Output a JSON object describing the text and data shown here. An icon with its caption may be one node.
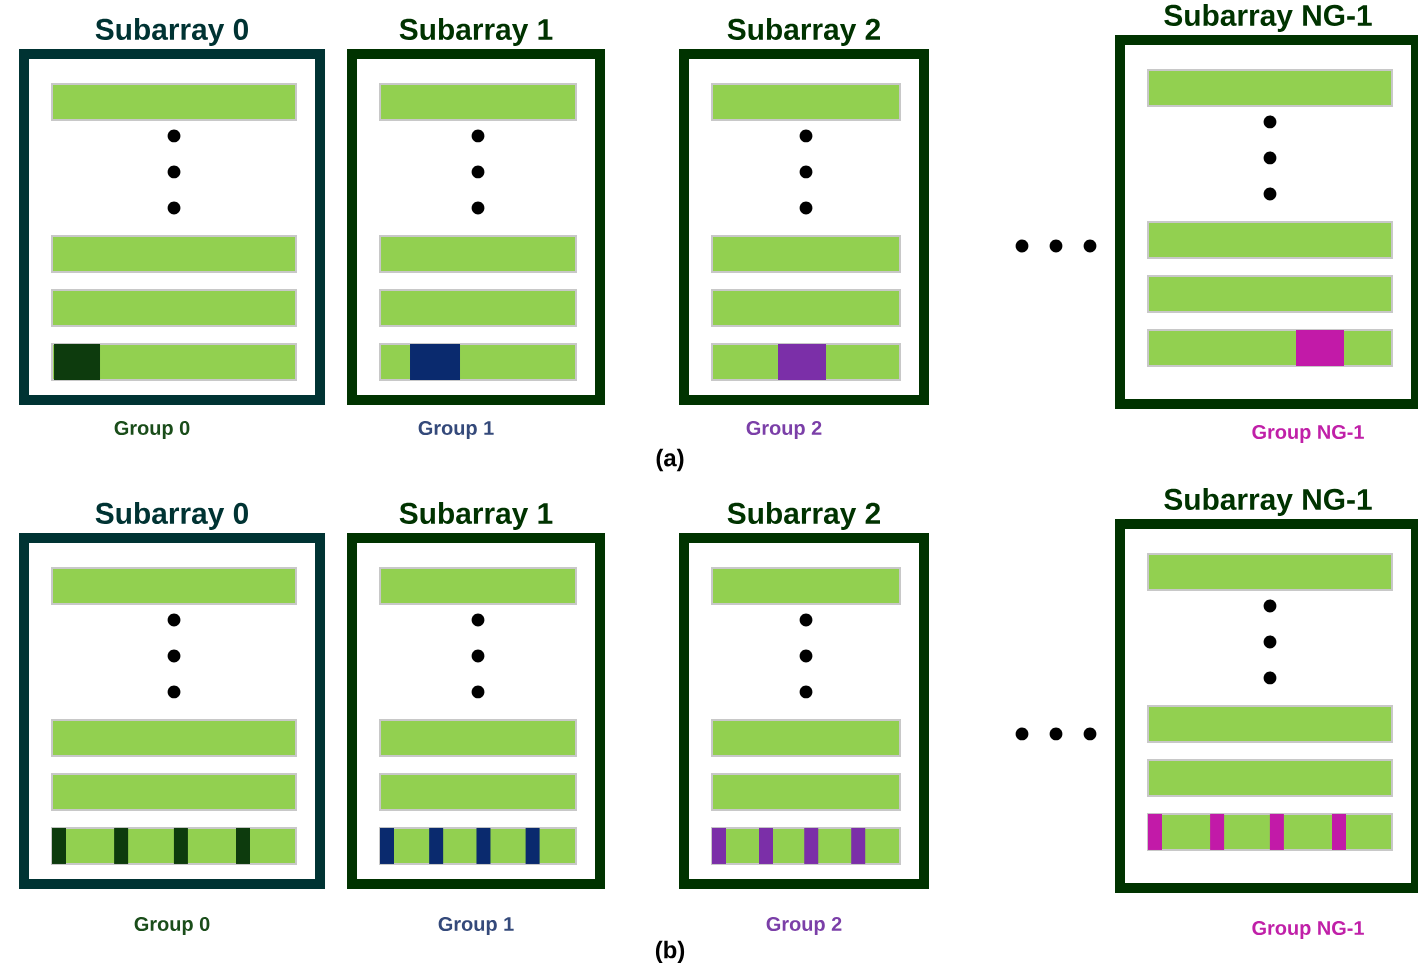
{
  "diagram": {
    "nodes": [
      {
        "text": [
          "Subarray 0"
        ],
        "beside": [
          "Group 0"
        ]
      },
      {
        "text": [
          "Subarray 1"
        ],
        "beside": [
          "Group 1"
        ]
      },
      {
        "text": [
          "Subarray 2"
        ],
        "beside": [
          "Group 2"
        ]
      },
      {
        "text": [
          "Subarray NG-1"
        ],
        "beside": [
          "Group NG-1"
        ]
      },
      {
        "text": [
          "Subarray 0"
        ],
        "beside": [
          "Group 0"
        ]
      },
      {
        "text": [
          "Subarray 1"
        ],
        "beside": [
          "Group 1"
        ]
      },
      {
        "text": [
          "Subarray 2"
        ],
        "beside": [
          "Group 2"
        ]
      },
      {
        "text": [
          "Subarray NG-1"
        ],
        "beside": [
          "Group NG-1"
        ]
      }
    ],
    "edges": [],
    "labels": [
      "(a)",
      "(b)"
    ]
  }
}
